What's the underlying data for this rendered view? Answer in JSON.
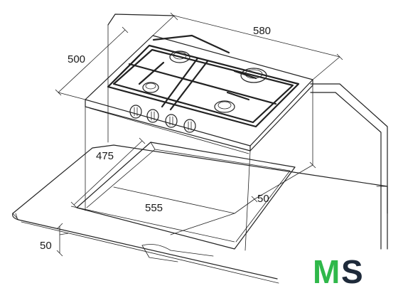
{
  "dimensions": {
    "hob_width": "580",
    "hob_depth": "500",
    "cutout_depth": "475",
    "cutout_width": "555",
    "rear_clearance": "50",
    "worktop_thickness": "50"
  },
  "logo": {
    "text_m": "M",
    "text_s": "S",
    "color_m": "#2fb84a",
    "color_s": "#1e2a3a"
  },
  "knobs": {
    "count": 4
  },
  "burners": {
    "count": 4
  }
}
